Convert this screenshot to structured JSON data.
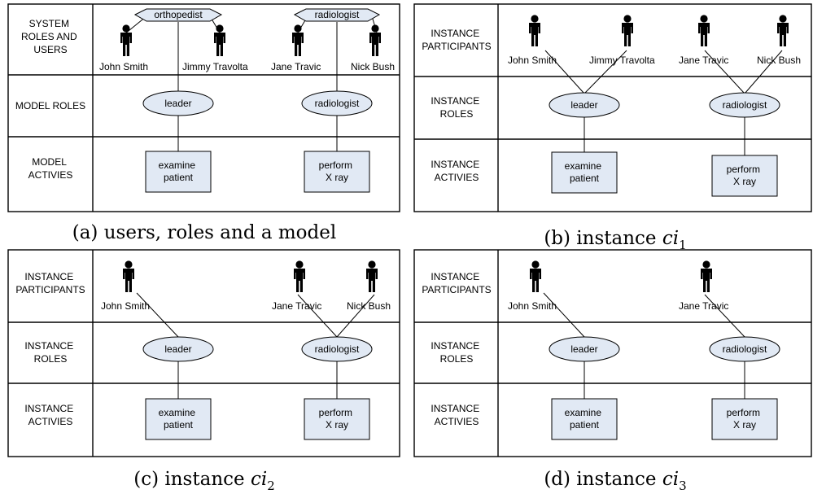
{
  "panels": [
    {
      "id": "a",
      "row_labels": [
        [
          "SYSTEM",
          "ROLES AND",
          "USERS"
        ],
        [
          "MODEL ROLES"
        ],
        [
          "MODEL",
          "ACTIVIES"
        ]
      ],
      "system_roles": [
        "orthopedist",
        "radiologist"
      ],
      "participants": [
        "John Smith",
        "Jimmy Travolta",
        "Jane Travic",
        "Nick Bush"
      ],
      "roles": [
        "leader",
        "radiologist"
      ],
      "activities": [
        [
          "examine",
          "patient"
        ],
        [
          "perform",
          "X ray"
        ]
      ],
      "caption": {
        "text": "(a) users, roles and a model"
      }
    },
    {
      "id": "b",
      "row_labels": [
        [
          "INSTANCE",
          "PARTICIPANTS"
        ],
        [
          "INSTANCE",
          "ROLES"
        ],
        [
          "INSTANCE",
          "ACTIVIES"
        ]
      ],
      "participants": [
        "John Smith",
        "Jimmy Travolta",
        "Jane Travic",
        "Nick Bush"
      ],
      "roles": [
        "leader",
        "radiologist"
      ],
      "activities": [
        [
          "examine",
          "patient"
        ],
        [
          "perform",
          "X ray"
        ]
      ],
      "caption": {
        "text": "(b) instance ",
        "math": "ci",
        "sub": "1"
      }
    },
    {
      "id": "c",
      "row_labels": [
        [
          "INSTANCE",
          "PARTICIPANTS"
        ],
        [
          "INSTANCE",
          "ROLES"
        ],
        [
          "INSTANCE",
          "ACTIVIES"
        ]
      ],
      "participants": [
        "John Smith",
        "Jane Travic",
        "Nick Bush"
      ],
      "roles": [
        "leader",
        "radiologist"
      ],
      "activities": [
        [
          "examine",
          "patient"
        ],
        [
          "perform",
          "X ray"
        ]
      ],
      "caption": {
        "text": "(c) instance ",
        "math": "ci",
        "sub": "2"
      }
    },
    {
      "id": "d",
      "row_labels": [
        [
          "INSTANCE",
          "PARTICIPANTS"
        ],
        [
          "INSTANCE",
          "ROLES"
        ],
        [
          "INSTANCE",
          "ACTIVIES"
        ]
      ],
      "participants": [
        "John Smith",
        "Jane Travic"
      ],
      "roles": [
        "leader",
        "radiologist"
      ],
      "activities": [
        [
          "examine",
          "patient"
        ],
        [
          "perform",
          "X ray"
        ]
      ],
      "caption": {
        "text": "(d) instance ",
        "math": "ci",
        "sub": "3"
      }
    }
  ]
}
